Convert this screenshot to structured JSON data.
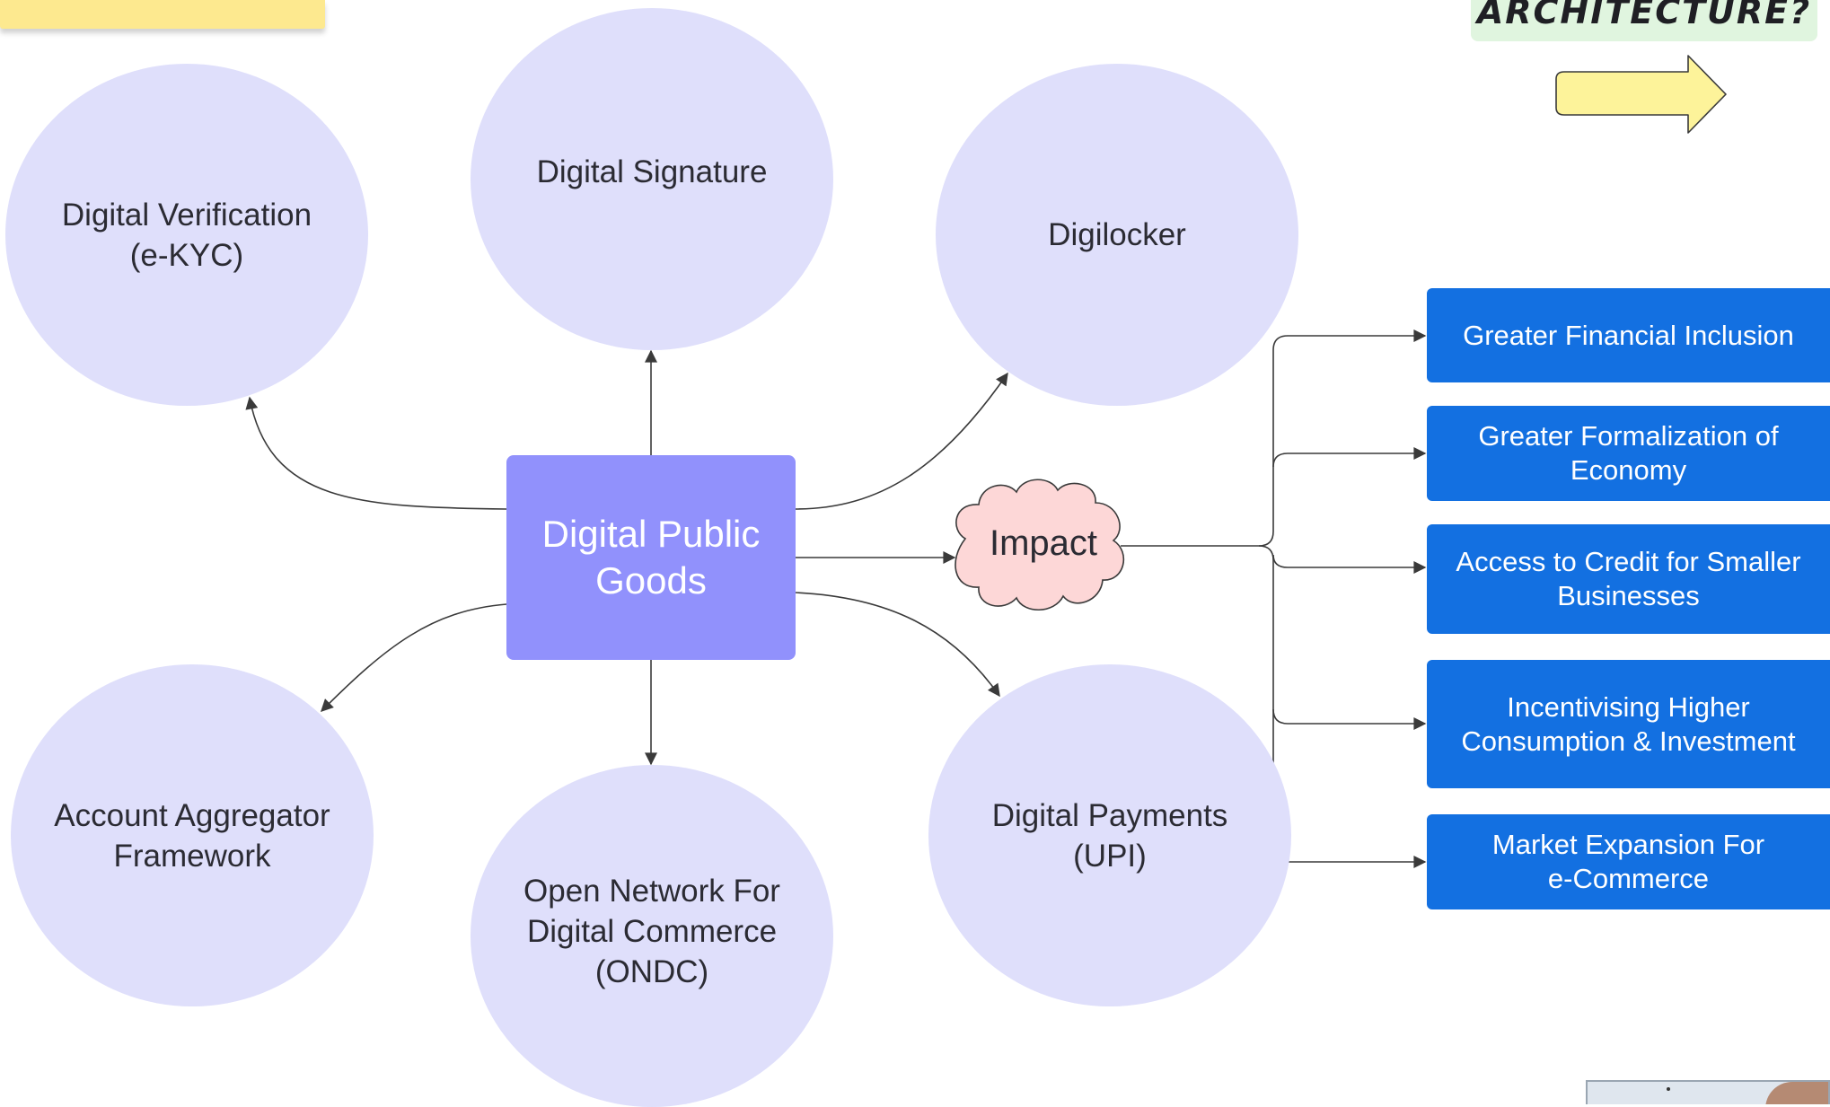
{
  "notes": {
    "yellow": "",
    "green": "ARCHITECTURE?"
  },
  "center": {
    "label": "Digital Public Goods"
  },
  "circles": [
    {
      "id": "verification",
      "label": "Digital Verification\n(e-KYC)"
    },
    {
      "id": "signature",
      "label": "Digital Signature"
    },
    {
      "id": "digilocker",
      "label": "Digilocker"
    },
    {
      "id": "account-aggregator",
      "label": "Account Aggregator\nFramework"
    },
    {
      "id": "ondc",
      "label": "Open Network For\nDigital Commerce\n(ONDC)"
    },
    {
      "id": "payments",
      "label": "Digital Payments\n(UPI)"
    }
  ],
  "impact": {
    "label": "Impact"
  },
  "outcomes": [
    {
      "label": "Greater Financial Inclusion"
    },
    {
      "label": "Greater Formalization of\nEconomy"
    },
    {
      "label": "Access to Credit for Smaller\nBusinesses"
    },
    {
      "label": "Incentivising Higher\nConsumption & Investment"
    },
    {
      "label": "Market Expansion For\ne-Commerce"
    }
  ],
  "colors": {
    "circle_fill": "#dfdffb",
    "center_fill": "#9191fc",
    "outcome_fill": "#1370e1",
    "cloud_fill": "#fdd7d7",
    "arrow_shape_fill": "#fdf39a",
    "connector": "#3a3a3a"
  }
}
